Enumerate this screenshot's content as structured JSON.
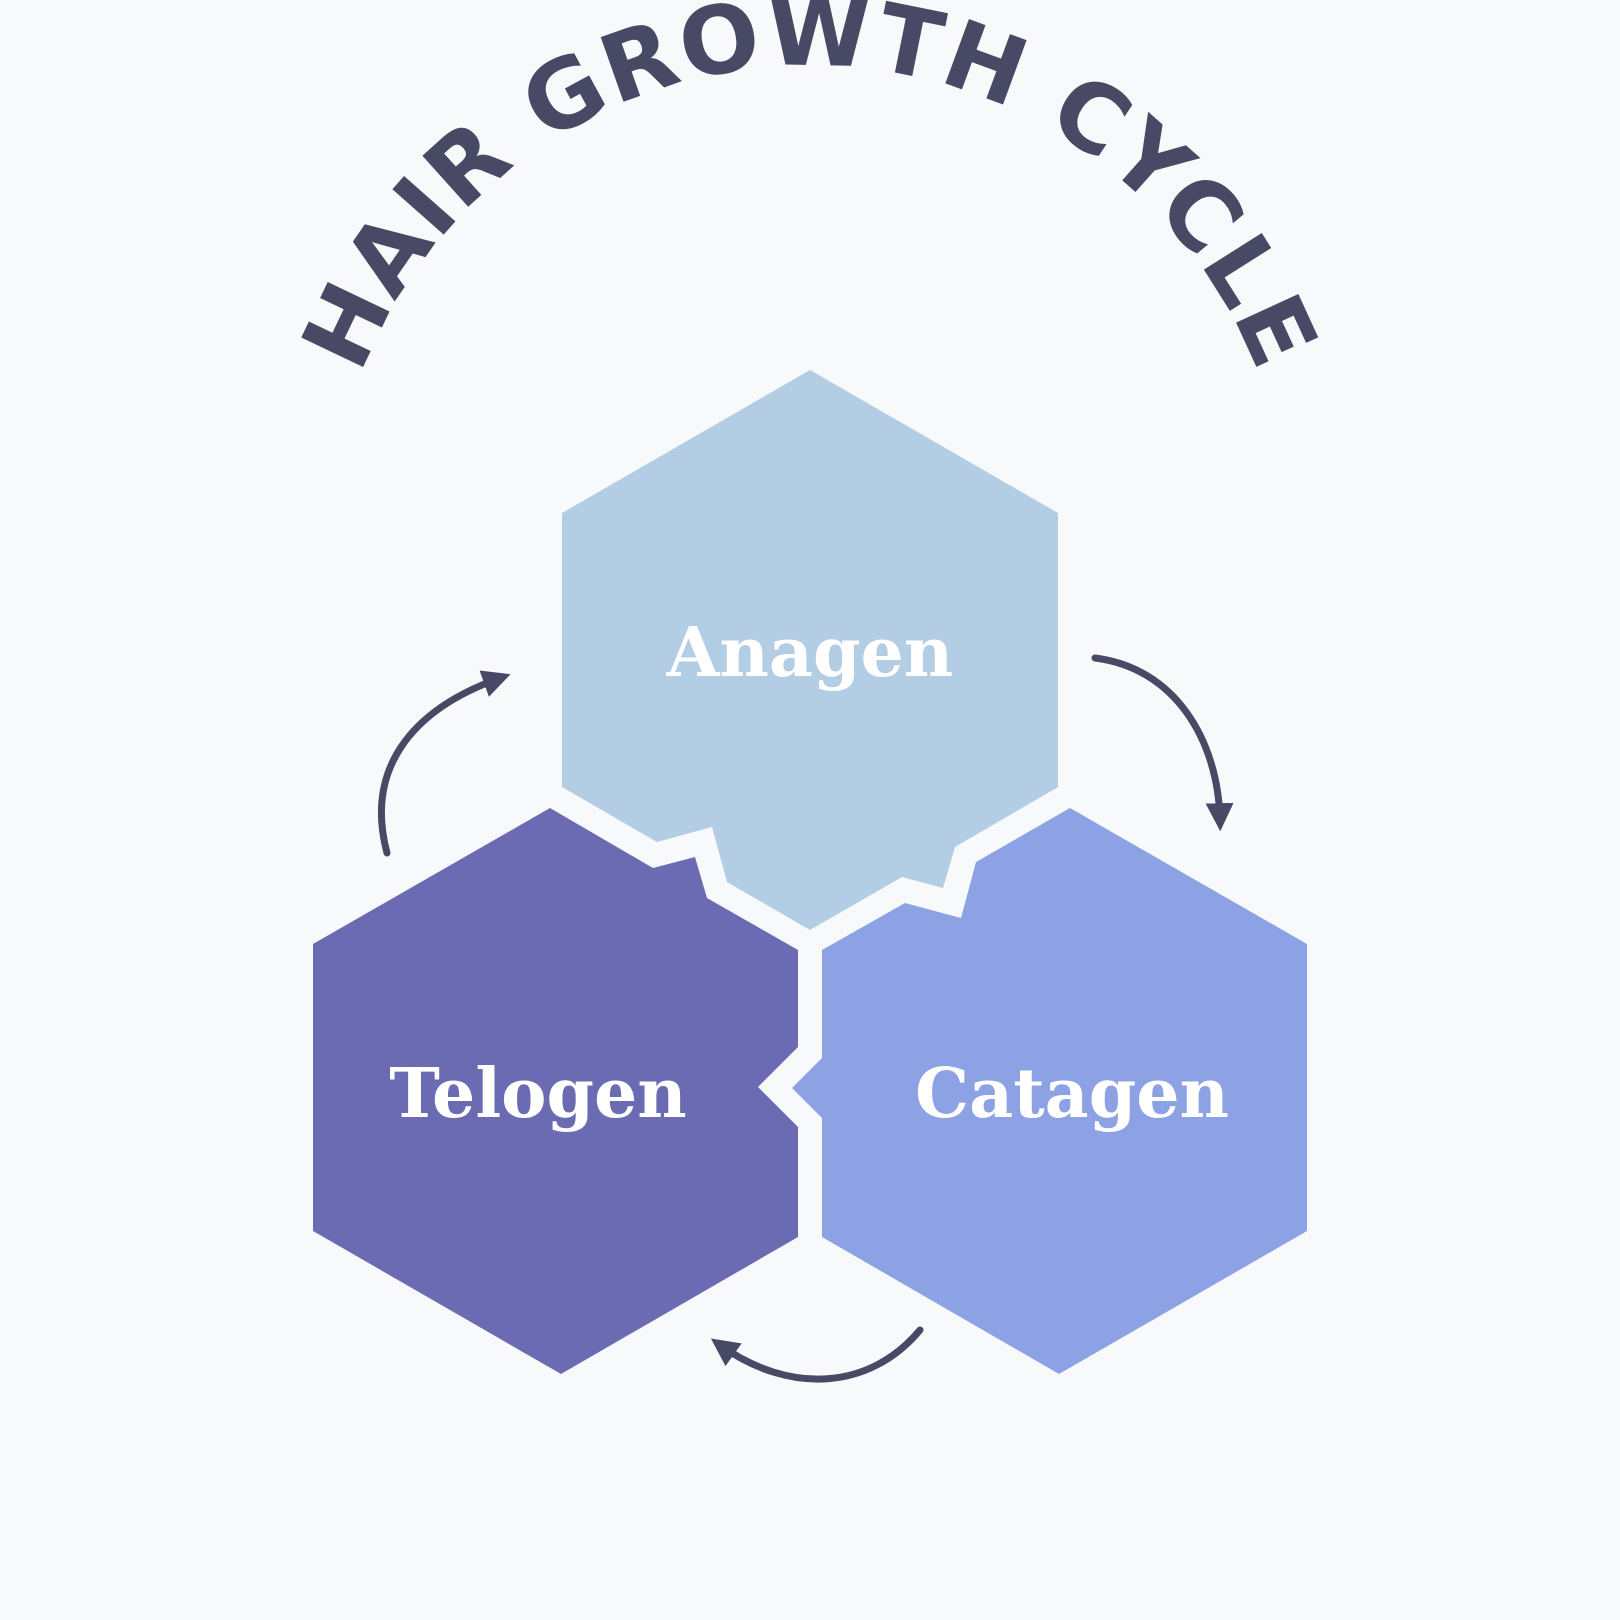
{
  "title": "HAIR GROWTH CYCLE",
  "colors": {
    "background": "#f8f9fb",
    "title": "#484964",
    "arrow": "#484964",
    "label": "#ffffff",
    "anagen": "#b3cde4",
    "catagen": "#8ca2e4",
    "telogen": "#6b6bb3"
  },
  "phases": {
    "anagen": {
      "label": "Anagen"
    },
    "catagen": {
      "label": "Catagen"
    },
    "telogen": {
      "label": "Telogen"
    }
  },
  "arrows": [
    {
      "from": "Anagen",
      "to": "Catagen"
    },
    {
      "from": "Catagen",
      "to": "Telogen"
    },
    {
      "from": "Telogen",
      "to": "Anagen"
    }
  ]
}
